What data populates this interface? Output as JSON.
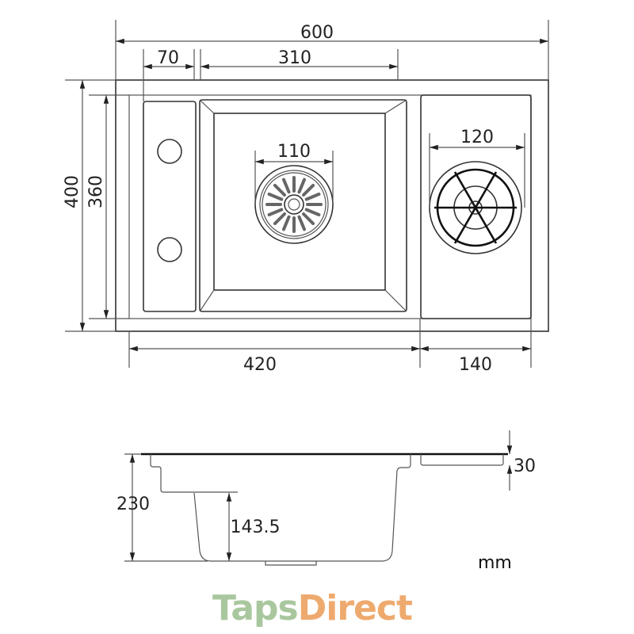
{
  "top_view": {
    "overall_width": "600",
    "left_section_width": "70",
    "main_bowl_width": "310",
    "overall_depth": "400",
    "inner_depth": "360",
    "bowl_section_width": "420",
    "rinser_section_width": "140",
    "drain_diameter": "110",
    "rinser_diameter": "120"
  },
  "side_view": {
    "total_height": "230",
    "bowl_depth": "143.5",
    "rinser_depth": "30"
  },
  "unit": "mm",
  "logo": {
    "part1": "Taps",
    "part2": "Direct",
    "color1": "#a9c79e",
    "color2": "#eeaa6e"
  }
}
